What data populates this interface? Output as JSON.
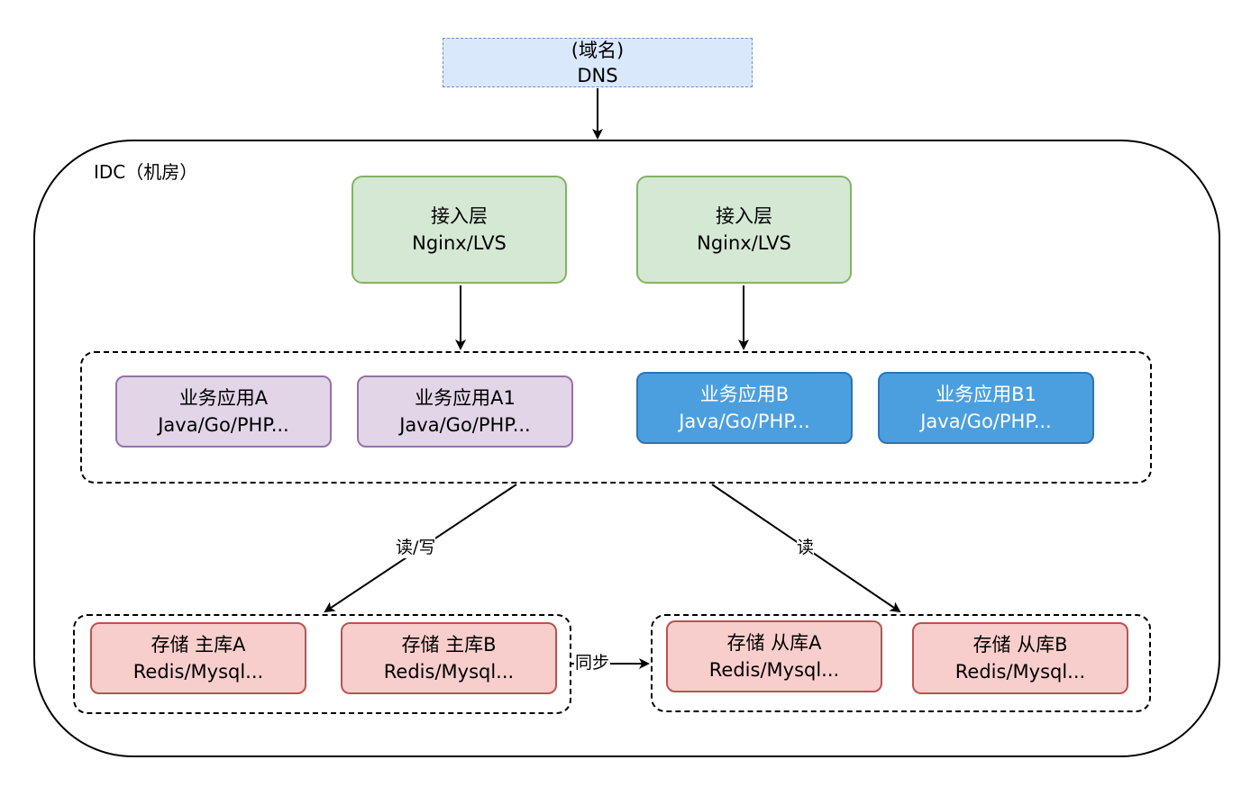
{
  "dns": {
    "line1": "(域名)",
    "line2": "DNS"
  },
  "idc": {
    "label": "IDC（机房）"
  },
  "access_layer": [
    {
      "line1": "接入层",
      "line2": "Nginx/LVS"
    },
    {
      "line1": "接入层",
      "line2": "Nginx/LVS"
    }
  ],
  "apps": [
    {
      "line1": "业务应用A",
      "line2": "Java/Go/PHP..."
    },
    {
      "line1": "业务应用A1",
      "line2": "Java/Go/PHP..."
    },
    {
      "line1": "业务应用B",
      "line2": "Java/Go/PHP..."
    },
    {
      "line1": "业务应用B1",
      "line2": "Java/Go/PHP..."
    }
  ],
  "storage": [
    {
      "line1": "存储 主库A",
      "line2": "Redis/Mysql..."
    },
    {
      "line1": "存储 主库B",
      "line2": "Redis/Mysql..."
    },
    {
      "line1": "存储 从库A",
      "line2": "Redis/Mysql..."
    },
    {
      "line1": "存储 从库B",
      "line2": "Redis/Mysql..."
    }
  ],
  "edge_labels": {
    "read_write": "读/写",
    "read": "读",
    "sync": "同步"
  },
  "colors": {
    "dns_fill": "#dae8fc",
    "access_fill": "#d5e8d4",
    "app_a_fill": "#e1d5e7",
    "app_b_fill": "#4c9fdf",
    "storage_fill": "#f8cecc"
  }
}
